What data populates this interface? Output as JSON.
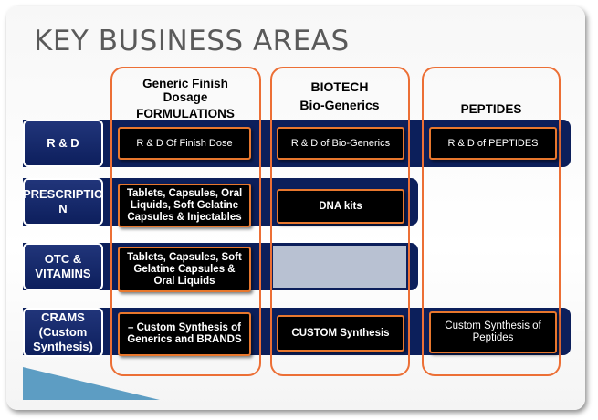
{
  "title": "KEY BUSINESS AREAS",
  "columns": [
    {
      "id": "generic",
      "line1": "Generic Finish",
      "line2": "Dosage",
      "line3": "FORMULATIONS"
    },
    {
      "id": "biotech",
      "line1": "BIOTECH",
      "line2": "Bio-Generics"
    },
    {
      "id": "peptides",
      "line1": "PEPTIDES"
    }
  ],
  "rows": [
    {
      "label_line1": "R & D",
      "label_line2": ""
    },
    {
      "label_line1": "PRESCRIPTIO",
      "label_line2": "N"
    },
    {
      "label_line1": "OTC &",
      "label_line2": "VITAMINS"
    },
    {
      "label_line1": "CRAMS",
      "label_line2": "(Custom",
      "label_line3": "Synthesis)"
    }
  ],
  "cells": {
    "rd_generic": "R & D Of Finish Dose",
    "rd_biotech": "R & D of Bio-Generics",
    "rd_peptides": "R & D of PEPTIDES",
    "rx_generic": "Tablets, Capsules, Oral Liquids, Soft Gelatine Capsules & Injectables",
    "rx_biotech": "DNA kits",
    "otc_generic": "Tablets, Capsules, Soft Gelatine Capsules & Oral Liquids",
    "crams_generic": "–   Custom Synthesis of Generics and BRANDS",
    "crams_biotech": "CUSTOM Synthesis",
    "crams_peptides": "Custom Synthesis of Peptides"
  },
  "colors": {
    "band": "#0c1f5b",
    "accent": "#ec6f35",
    "grey": "#b8c1d2"
  }
}
